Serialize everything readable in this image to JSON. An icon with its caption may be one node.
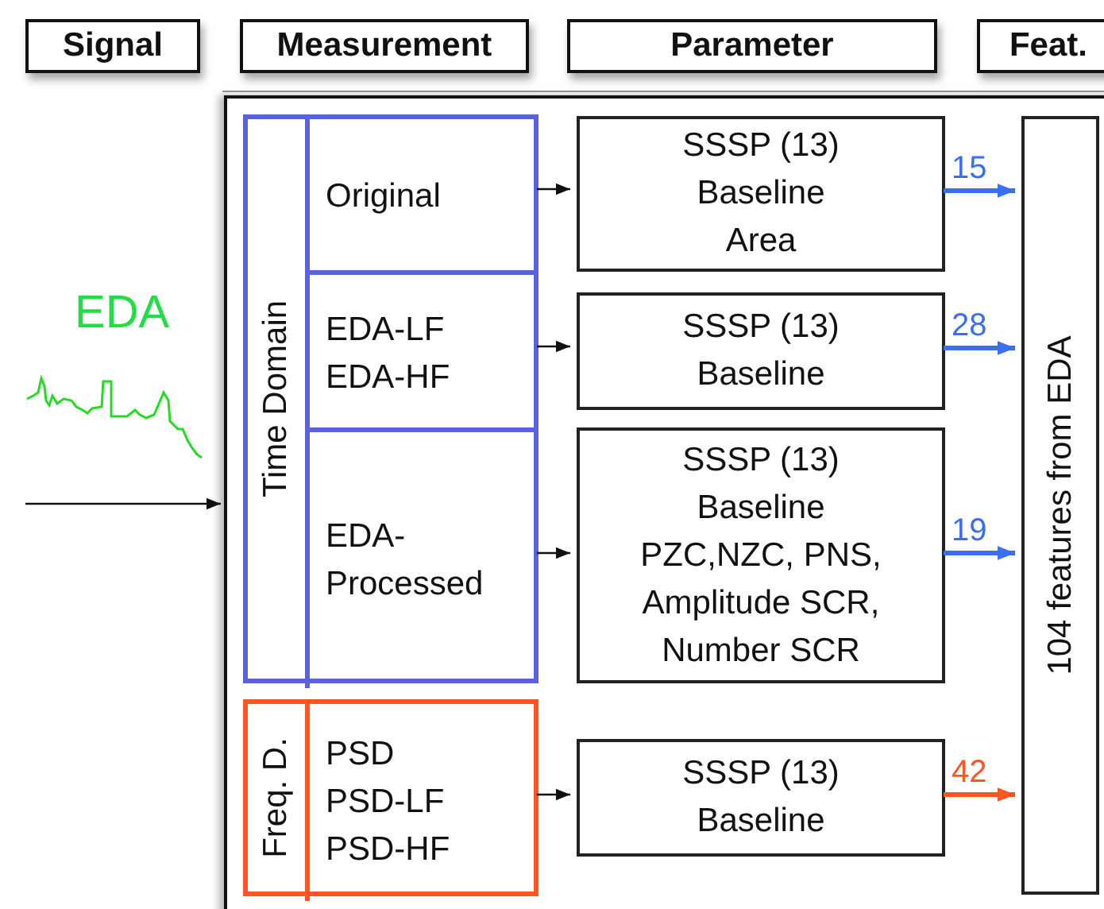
{
  "diagram": {
    "nodes": [
      {
        "text": [
          "Signal"
        ]
      },
      {
        "text": [
          "Measurement"
        ]
      },
      {
        "text": [
          "Parameter"
        ]
      },
      {
        "text": [
          "Feat."
        ]
      },
      {
        "text": [],
        "shape": "box"
      },
      {
        "text": [
          "Time Domain"
        ],
        "in": 4
      },
      {
        "text": [
          "Original"
        ],
        "in": 5
      },
      {
        "text": [
          "EDA-LF",
          "EDA-HF"
        ],
        "in": 5
      },
      {
        "text": [
          "EDA- Processed"
        ],
        "in": 5
      },
      {
        "text": [
          "Freq. D."
        ],
        "in": 4
      },
      {
        "text": [
          "PSD",
          "PSD-LF",
          "PSD-HF"
        ],
        "in": 9
      },
      {
        "text": [
          "SSSP (13)",
          "Baseline",
          "Area"
        ],
        "in": 4
      },
      {
        "text": [
          "SSSP (13)",
          "Baseline"
        ],
        "in": 4
      },
      {
        "text": [
          "SSSP (13)",
          "Baseline",
          "PZC,NZC, PNS, Amplitude SCR, Number SCR"
        ],
        "in": 4
      },
      {
        "text": [
          "SSSP (13)",
          "Baseline"
        ],
        "in": 4
      },
      {
        "text": [
          "104 features from EDA"
        ],
        "in": 4
      }
    ],
    "edges": [
      {
        "from": null,
        "to": 4,
        "arrow": "to"
      },
      {
        "from": 6,
        "to": 11,
        "arrow": "to"
      },
      {
        "from": 7,
        "to": 12,
        "arrow": "to"
      },
      {
        "from": 8,
        "to": 13,
        "arrow": "to"
      },
      {
        "from": 10,
        "to": 14,
        "arrow": "to"
      },
      {
        "from": 11,
        "to": 15,
        "arrow": "to",
        "label": "15",
        "color": "#3a6ff2",
        "style": "thick"
      },
      {
        "from": 12,
        "to": 15,
        "arrow": "to",
        "label": "28",
        "color": "#3a6ff2",
        "style": "thick"
      },
      {
        "from": 13,
        "to": 15,
        "arrow": "to",
        "label": "19",
        "color": "#3a6ff2",
        "style": "thick"
      },
      {
        "from": 14,
        "to": 15,
        "arrow": "to",
        "label": "42",
        "color": "#ff5522",
        "style": "thick"
      }
    ],
    "labels": [
      "EDA"
    ]
  }
}
